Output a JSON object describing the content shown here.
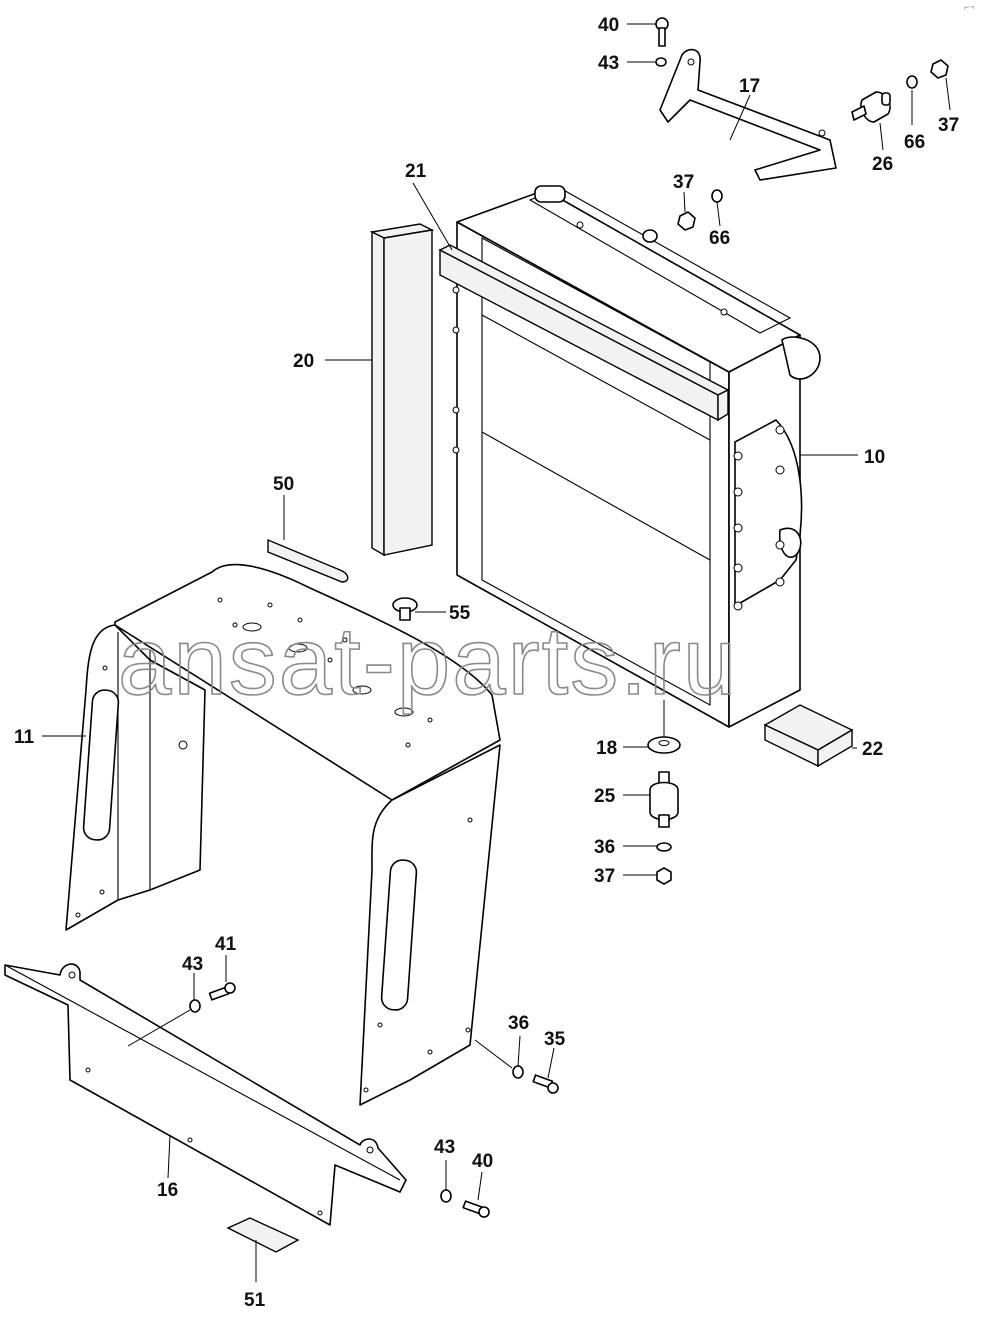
{
  "watermark": "ansat-parts.ru",
  "callouts": {
    "c40_top": "40",
    "c43_top": "43",
    "c17": "17",
    "c66_top": "66",
    "c37_top": "37",
    "c26": "26",
    "c37_mid": "37",
    "c66_mid": "66",
    "c21": "21",
    "c20": "20",
    "c10": "10",
    "c50": "50",
    "c55": "55",
    "c11": "11",
    "c18": "18",
    "c22": "22",
    "c25": "25",
    "c36_right": "36",
    "c37_low": "37",
    "c41": "41",
    "c43_left": "43",
    "c36_low": "36",
    "c35": "35",
    "c16": "16",
    "c43_low": "43",
    "c40_low": "40",
    "c51": "51"
  }
}
